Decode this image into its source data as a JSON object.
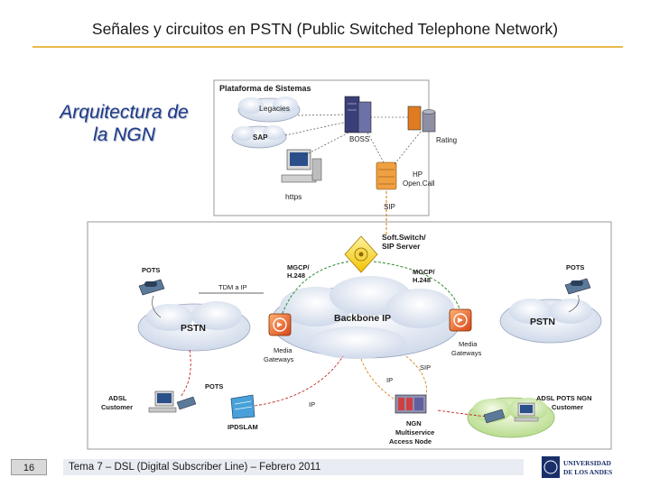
{
  "header": {
    "title": "Señales y circuitos en PSTN (Public Switched Telephone Network)",
    "accent_color": "#e8b84a"
  },
  "side_title": {
    "line1": "Arquitectura  de",
    "line2": "la NGN"
  },
  "diagram": {
    "platform_label": "Plataforma de Sistemas",
    "legacies": "Legacies",
    "sap": "SAP",
    "boss": "BOSS",
    "rating": "Rating",
    "hp_line1": "HP",
    "hp_line2": "Open.Call",
    "https": "https",
    "sip_top": "SIP",
    "softswitch_line1": "Soft.Switch/",
    "softswitch_line2": "SIP Server",
    "mgcp_left_line1": "MGCP/",
    "mgcp_left_line2": "H.248",
    "mgcp_right_line1": "MGCP/",
    "mgcp_right_line2": "H.248",
    "pots_left": "POTS",
    "pots_right": "POTS",
    "tdm_ip": "TDM a IP",
    "backbone": "Backbone IP",
    "pstn_left": "PSTN",
    "pstn_right": "PSTN",
    "mgw_left_line1": "Media",
    "mgw_left_line2": "Gateways",
    "mgw_right_line1": "Media",
    "mgw_right_line2": "Gateways",
    "pots_lower": "POTS",
    "ip_left": "IP",
    "ip_mid": "IP",
    "sip_mid": "SIP",
    "adsl_customer_line1": "ADSL",
    "adsl_customer_line2": "Customer",
    "ipdslam": "IPDSLAM",
    "msan_line1": "NGN",
    "msan_line2": "Multiservice",
    "msan_line3": "Access Node",
    "adsl_ngn_line1": "ADSL POTS NGN",
    "adsl_ngn_line2": "Customer"
  },
  "footer": {
    "page_number": "16",
    "text": "Tema 7  –  DSL (Digital Subscriber Line)  –  Febrero 2011",
    "logo_line1": "UNIVERSIDAD",
    "logo_line2": "DE LOS ANDES"
  }
}
